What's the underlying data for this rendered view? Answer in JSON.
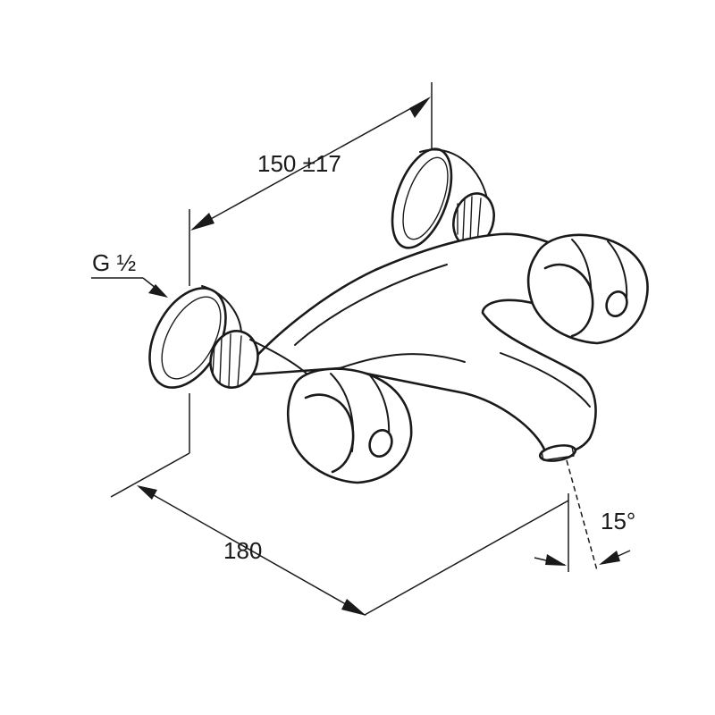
{
  "dimensions": {
    "centre_distance": "150 ±17",
    "thread": "G ½",
    "projection": "180",
    "angle": "15°"
  },
  "colors": {
    "line": "#1a1a1a",
    "background": "#ffffff"
  }
}
